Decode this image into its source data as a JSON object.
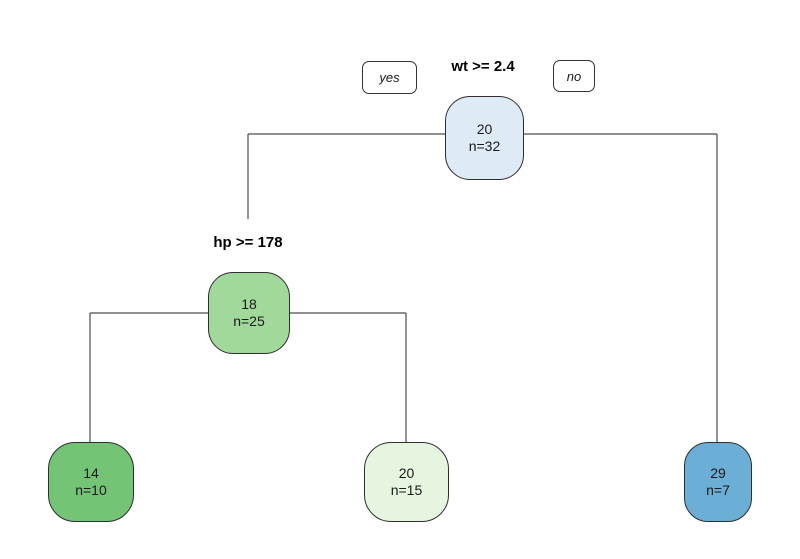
{
  "figure": {
    "type": "decision-tree",
    "background": "#ffffff",
    "line_color": "#4d4d4d",
    "node_border_color": "#2e2e2e",
    "text_color": "#1a1a1a"
  },
  "root_split": {
    "condition": "wt >= 2.4",
    "yes_label": "yes",
    "no_label": "no"
  },
  "nodes": {
    "root": {
      "value": "20",
      "count": "n=32",
      "fill": "#deebf7"
    },
    "internal_hp": {
      "condition": "hp >= 178",
      "value": "18",
      "count": "n=25",
      "fill": "#a1d99b"
    },
    "leaf_hp_yes": {
      "value": "14",
      "count": "n=10",
      "fill": "#74c476"
    },
    "leaf_hp_no": {
      "value": "20",
      "count": "n=15",
      "fill": "#e5f5e0"
    },
    "leaf_wt_no": {
      "value": "29",
      "count": "n=7",
      "fill": "#6baed6"
    }
  }
}
